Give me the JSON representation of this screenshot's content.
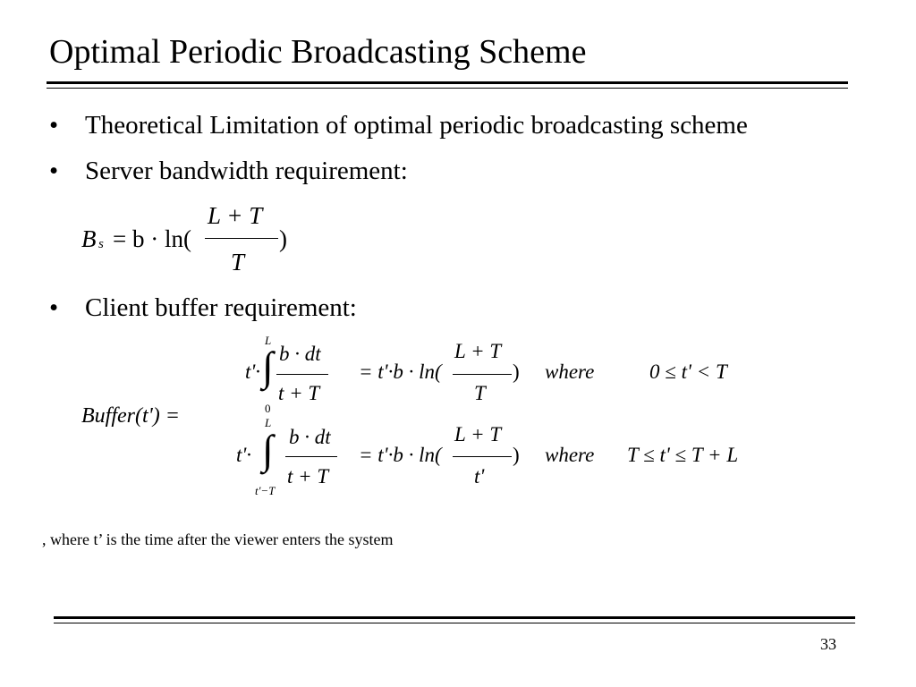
{
  "slide": {
    "title": "Optimal Periodic Broadcasting Scheme",
    "bullets": [
      "Theoretical Limitation of optimal periodic broadcasting scheme",
      "Server bandwidth requirement:",
      "Client buffer requirement:"
    ],
    "bullet_glyph": "•",
    "note": ", where t’ is the time after the viewer enters the system",
    "page_number": "33"
  },
  "formulas": {
    "server": {
      "lhs": "B",
      "lhs_sub": "s",
      "eq_mid": "= b · ln(",
      "numerator": "L + T",
      "denominator": "T",
      "close": ")"
    },
    "buffer": {
      "lhs": "Buffer(t') =",
      "case1": {
        "prefix": "t'·",
        "integral": "∫",
        "upper": "L",
        "lower": "0",
        "int_num": "b · dt",
        "int_den": "t + T",
        "eq": "= t'·b · ln(",
        "ln_num": "L + T",
        "ln_den": "T",
        "close": ")",
        "where": "where",
        "condition": "0 ≤ t' < T"
      },
      "case2": {
        "prefix": "t'·",
        "integral": "∫",
        "upper": "L",
        "lower": "t'−T",
        "int_num": "b · dt",
        "int_den": "t + T",
        "eq": "= t'·b · ln(",
        "ln_num": "L + T",
        "ln_den": "t'",
        "close": ")",
        "where": "where",
        "condition": "T ≤ t' ≤ T + L"
      }
    }
  }
}
